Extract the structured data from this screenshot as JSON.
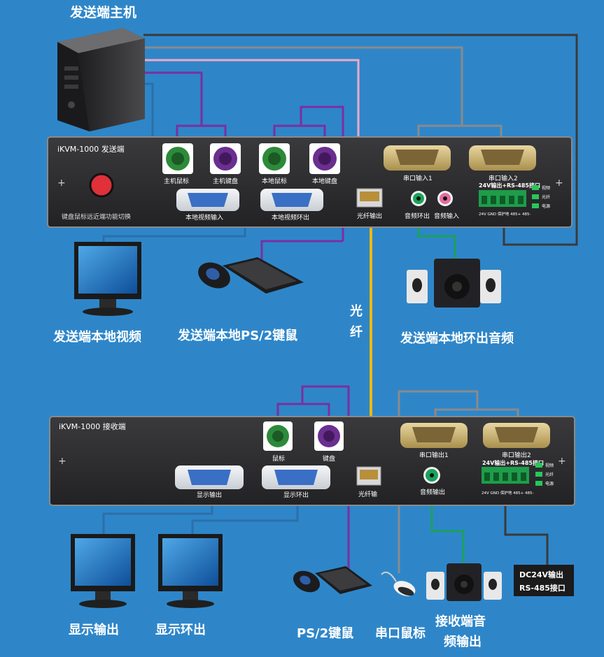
{
  "colors": {
    "background": "#2e86c9",
    "panel": "#2b2b2d",
    "cable_gray": "#8a8a8a",
    "cable_purple": "#7b2fa0",
    "cable_pink": "#f0a8c8",
    "cable_blue": "#2c6fa6",
    "cable_dark": "#3a3a3a",
    "cable_green": "#1aa25a",
    "cable_fiber": "#f2b800",
    "port_green": "#2d8a3a",
    "port_purple": "#6a2f8f",
    "terminal_green": "#1e9d4a",
    "button_red": "#e0303a"
  },
  "sender_host": {
    "title": "发送端主机"
  },
  "sender_unit": {
    "model": "iKVM-1000 发送端",
    "switch_label": "键盘鼠标远近端功能切换",
    "ports": {
      "host_mouse": "主机鼠标",
      "host_keyboard": "主机键盘",
      "local_mouse": "本地鼠标",
      "local_keyboard": "本地键盘",
      "local_video_in": "本地视频输入",
      "local_video_loop": "本地视频环出",
      "fiber_out": "光纤输出",
      "audio_loop_out": "音频环出",
      "audio_in": "音频输入",
      "serial_in_1": "串口输入1",
      "serial_in_2": "串口输入2",
      "terminal_title": "24V输出+RS-485接口",
      "terminal_pins": "24V GND 保护地 485+ 485-"
    },
    "leds": [
      "视频",
      "光纤",
      "电源"
    ]
  },
  "receiver_unit": {
    "model": "iKVM-1000 接收端",
    "ports": {
      "mouse": "鼠标",
      "keyboard": "键盘",
      "display_out": "显示输出",
      "display_loop": "显示环出",
      "fiber_in": "光纤输",
      "audio_out": "音频输出",
      "serial_out_1": "串口输出1",
      "serial_out_2": "串口输出2",
      "terminal_title": "24V输出+RS-485接口",
      "terminal_pins": "24V GND 保护地 485+ 485-"
    },
    "leds": [
      "视频",
      "光纤",
      "电源"
    ]
  },
  "fiber_label": [
    "光",
    "纤"
  ],
  "captions": {
    "sender_local_video": "发送端本地视频",
    "sender_local_ps2": "发送端本地PS/2键鼠",
    "sender_local_audio": "发送端本地环出音频",
    "display_out": "显示输出",
    "display_loop": "显示环出",
    "ps2_kbm": "PS/2键鼠",
    "serial_mouse": "串口鼠标",
    "receiver_audio_line1": "接收端音",
    "receiver_audio_line2": "频输出"
  },
  "dc_box": {
    "line1": "DC24V输出",
    "line2": "RS-485接口"
  }
}
